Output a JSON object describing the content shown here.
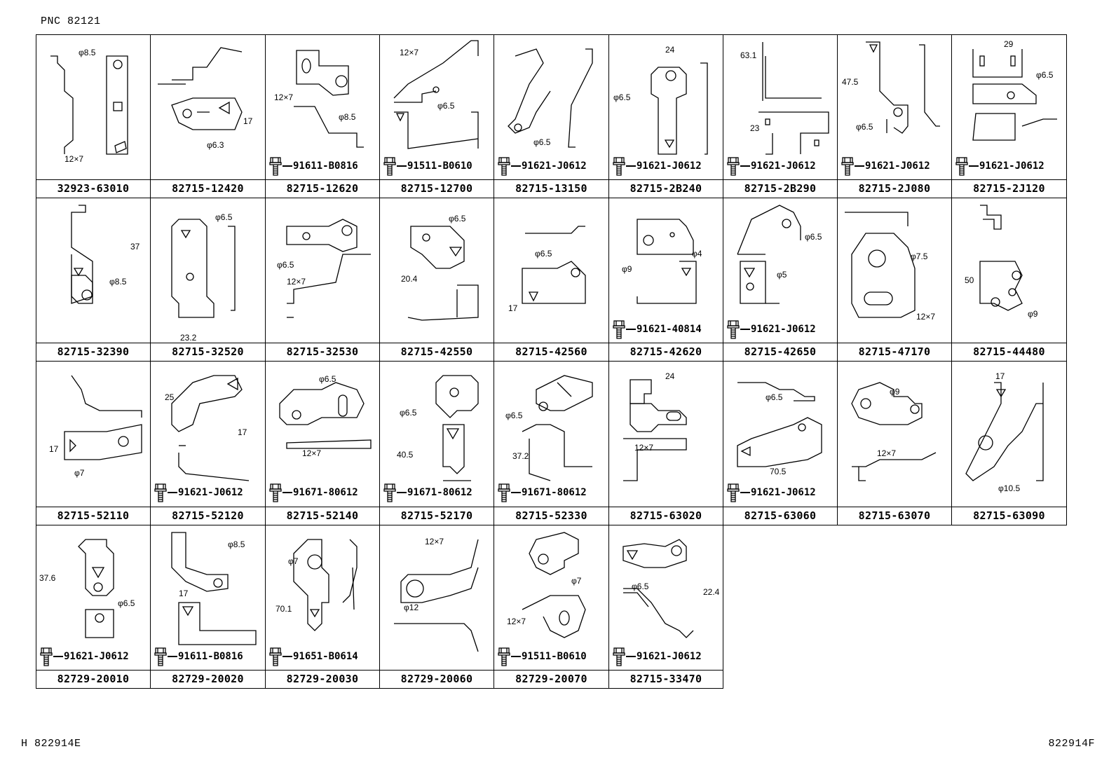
{
  "header": {
    "pnc": "PNC 82121"
  },
  "footer": {
    "left": "H 822914E",
    "right": "822914F"
  },
  "cells": [
    {
      "part": "32923-63010",
      "bolt": "",
      "dims": [
        "φ8.5",
        "12×7"
      ]
    },
    {
      "part": "82715-12420",
      "bolt": "",
      "dims": [
        "17",
        "φ6.3"
      ]
    },
    {
      "part": "82715-12620",
      "bolt": "91611-B0816",
      "dims": [
        "12×7",
        "φ8.5"
      ]
    },
    {
      "part": "82715-12700",
      "bolt": "91511-B0610",
      "dims": [
        "12×7",
        "φ6.5"
      ]
    },
    {
      "part": "82715-13150",
      "bolt": "91621-J0612",
      "dims": [
        "φ6.5"
      ]
    },
    {
      "part": "82715-2B240",
      "bolt": "91621-J0612",
      "dims": [
        "24",
        "φ6.5"
      ]
    },
    {
      "part": "82715-2B290",
      "bolt": "91621-J0612",
      "dims": [
        "63.1",
        "23"
      ]
    },
    {
      "part": "82715-2J080",
      "bolt": "91621-J0612",
      "dims": [
        "47.5",
        "φ6.5"
      ]
    },
    {
      "part": "82715-2J120",
      "bolt": "91621-J0612",
      "dims": [
        "29",
        "φ6.5"
      ]
    },
    {
      "part": "82715-32390",
      "bolt": "",
      "dims": [
        "37",
        "φ8.5"
      ]
    },
    {
      "part": "82715-32520",
      "bolt": "",
      "dims": [
        "φ6.5",
        "23.2"
      ]
    },
    {
      "part": "82715-32530",
      "bolt": "",
      "dims": [
        "φ6.5",
        "12×7"
      ]
    },
    {
      "part": "82715-42550",
      "bolt": "",
      "dims": [
        "φ6.5",
        "20.4"
      ]
    },
    {
      "part": "82715-42560",
      "bolt": "",
      "dims": [
        "φ6.5",
        "17"
      ]
    },
    {
      "part": "82715-42620",
      "bolt": "91621-40814",
      "dims": [
        "φ9",
        "φ4"
      ]
    },
    {
      "part": "82715-42650",
      "bolt": "91621-J0612",
      "dims": [
        "φ6.5",
        "φ5"
      ]
    },
    {
      "part": "82715-47170",
      "bolt": "",
      "dims": [
        "φ7.5",
        "12×7"
      ]
    },
    {
      "part": "82715-44480",
      "bolt": "",
      "dims": [
        "50",
        "φ9"
      ]
    },
    {
      "part": "82715-52110",
      "bolt": "",
      "dims": [
        "17",
        "φ7"
      ]
    },
    {
      "part": "82715-52120",
      "bolt": "91621-J0612",
      "dims": [
        "25",
        "17"
      ]
    },
    {
      "part": "82715-52140",
      "bolt": "91671-80612",
      "dims": [
        "φ6.5",
        "12×7"
      ]
    },
    {
      "part": "82715-52170",
      "bolt": "91671-80612",
      "dims": [
        "φ6.5",
        "40.5"
      ]
    },
    {
      "part": "82715-52330",
      "bolt": "91671-80612",
      "dims": [
        "φ6.5",
        "37.2"
      ]
    },
    {
      "part": "82715-63020",
      "bolt": "",
      "dims": [
        "24",
        "12×7"
      ]
    },
    {
      "part": "82715-63060",
      "bolt": "91621-J0612",
      "dims": [
        "φ6.5",
        "70.5"
      ]
    },
    {
      "part": "82715-63070",
      "bolt": "",
      "dims": [
        "φ9",
        "12×7"
      ]
    },
    {
      "part": "82715-63090",
      "bolt": "",
      "dims": [
        "17",
        "φ10.5"
      ]
    },
    {
      "part": "82729-20010",
      "bolt": "91621-J0612",
      "dims": [
        "37.6",
        "φ6.5"
      ]
    },
    {
      "part": "82729-20020",
      "bolt": "91611-B0816",
      "dims": [
        "φ8.5",
        "17"
      ]
    },
    {
      "part": "82729-20030",
      "bolt": "91651-B0614",
      "dims": [
        "φ7",
        "70.1"
      ]
    },
    {
      "part": "82729-20060",
      "bolt": "",
      "dims": [
        "12×7",
        "φ12"
      ]
    },
    {
      "part": "82729-20070",
      "bolt": "91511-B0610",
      "dims": [
        "φ7",
        "12×7"
      ]
    },
    {
      "part": "82715-33470",
      "bolt": "91621-J0612",
      "dims": [
        "φ6.5",
        "22.4"
      ]
    }
  ]
}
